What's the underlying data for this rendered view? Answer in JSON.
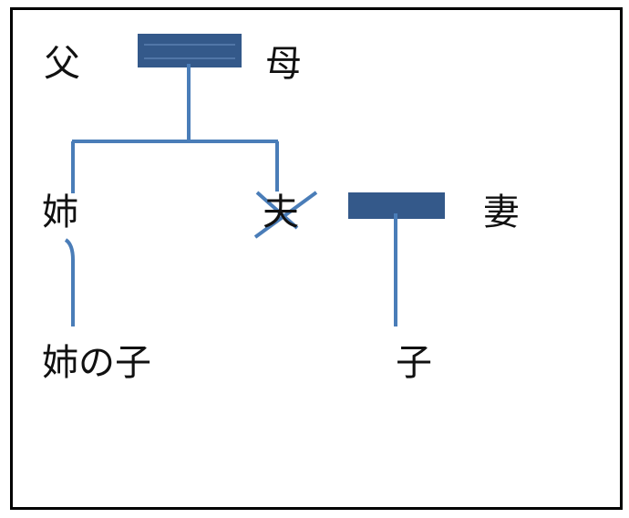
{
  "diagram": {
    "nodes": {
      "father": "父",
      "mother": "母",
      "sister": "姉",
      "husband": "夫",
      "wife": "妻",
      "sisters_child": "姉の子",
      "child": "子"
    },
    "colors": {
      "line": "#4A7DB8",
      "marriage_bar": "#34598A",
      "marriage_bar_highlight": "#6E93C4",
      "frame": "#000000",
      "text": "#111111"
    }
  }
}
